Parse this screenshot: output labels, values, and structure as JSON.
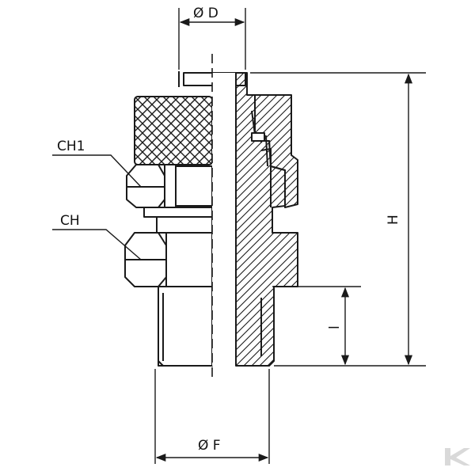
{
  "labels": {
    "ch1": "CH1",
    "ch": "CH",
    "dia_d": "Ø D",
    "dia_f": "Ø F",
    "height": "H",
    "length": "l"
  },
  "colors": {
    "line": "#1a1a1a",
    "background": "#ffffff",
    "watermark": "#d9d9d9"
  },
  "icons": {
    "watermark": "brand-k-logo-icon"
  }
}
